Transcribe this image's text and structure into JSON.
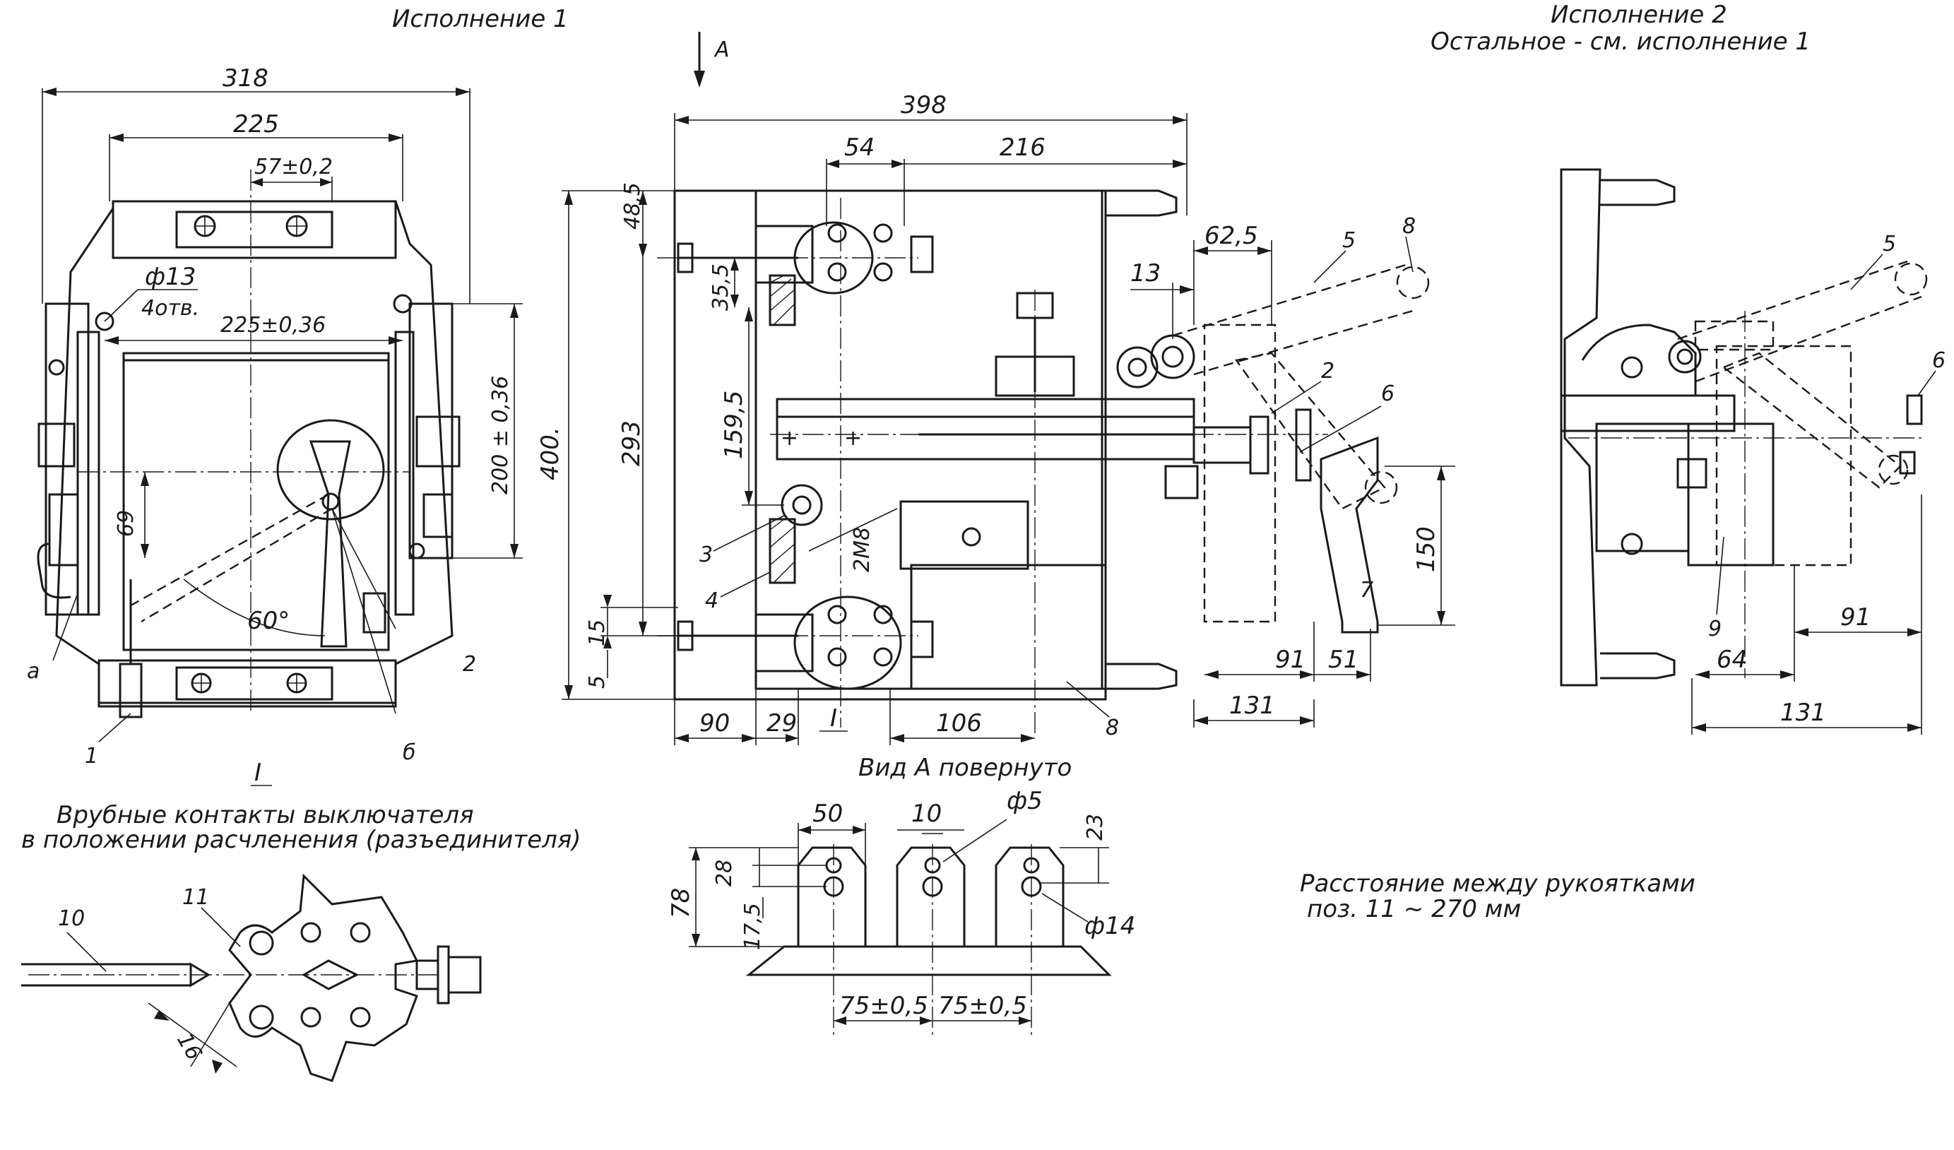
{
  "headings": {
    "variant1": "Исполнение 1",
    "variant2_line1": "Исполнение 2",
    "variant2_line2": "Остальное - см. исполнение 1",
    "view_a": "Вид А повернуто",
    "arrow_a": "А",
    "section_mark": "I",
    "contacts_line1": "Врубные контакты выключателя",
    "contacts_line2": "в положении расчленения (разъединителя)",
    "distance_line1": "Расстояние между рукоятками",
    "distance_line2": "поз. 11   ~ 270 мм"
  },
  "front_view": {
    "dims": {
      "d318": "318",
      "d225": "225",
      "d57": "57±0,2",
      "d225tol": "225±0,36",
      "d200tol": "200 ± 0,36",
      "d69": "69",
      "d60": "60°",
      "d13": "ф13",
      "holes": "4отв."
    },
    "labels": {
      "a": "а",
      "b": "б",
      "p1": "1",
      "p2": "2",
      "sec": "I"
    }
  },
  "side_view": {
    "dims": {
      "d398": "398",
      "d54": "54",
      "d216": "216",
      "d48": "48,5",
      "d35": "35,5",
      "d400": "400.",
      "d293": "293",
      "d159": "159,5",
      "d15": "15",
      "d5": "5",
      "d90": "90",
      "d29": "29",
      "d106": "106",
      "d62": "62,5",
      "d13": "13",
      "d150": "150",
      "d91": "91",
      "d51": "51",
      "d131": "131",
      "m": "2М8"
    },
    "labels": {
      "p2": "2",
      "p3": "3",
      "p4": "4",
      "p5": "5",
      "p6": "6",
      "p7": "7",
      "p8": "8",
      "p8b": "8",
      "sec": "I"
    }
  },
  "variant2": {
    "dims": {
      "d91": "91",
      "d64": "64",
      "d131": "131"
    },
    "labels": {
      "p5": "5",
      "p6": "6",
      "p9": "9"
    }
  },
  "view_a_detail": {
    "dims": {
      "d50": "50",
      "d10": "10",
      "d5": "ф5",
      "d23": "23",
      "d28": "28",
      "d78": "78",
      "d17": "17,5",
      "d14": "ф14",
      "d75a": "75±0,5",
      "d75b": "75±0,5"
    }
  },
  "contacts_detail": {
    "labels": {
      "p10": "10",
      "p11": "11",
      "d16": "16"
    }
  }
}
